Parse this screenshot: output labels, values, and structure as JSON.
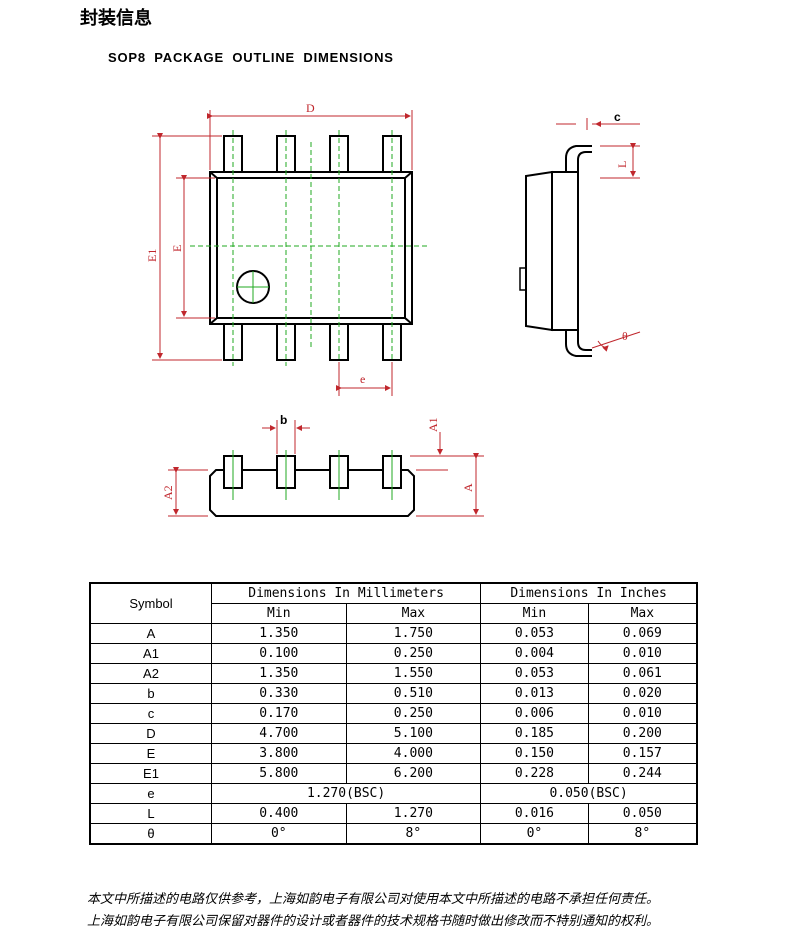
{
  "heading": "封装信息",
  "subheading": "SOP8 PACKAGE OUTLINE DIMENSIONS",
  "drawing_labels": {
    "D": "D",
    "E1": "E1",
    "E": "E",
    "c": "c",
    "L": "L",
    "theta": "θ",
    "e": "e",
    "b": "b",
    "A1": "A1",
    "A2": "A2",
    "A": "A"
  },
  "table": {
    "symbol_header": "Symbol",
    "mm_header": "Dimensions In Millimeters",
    "in_header": "Dimensions In Inches",
    "min": "Min",
    "max": "Max",
    "rows": [
      {
        "symbol": "A",
        "mm_min": "1.350",
        "mm_max": "1.750",
        "in_min": "0.053",
        "in_max": "0.069"
      },
      {
        "symbol": "A1",
        "mm_min": "0.100",
        "mm_max": "0.250",
        "in_min": "0.004",
        "in_max": "0.010"
      },
      {
        "symbol": "A2",
        "mm_min": "1.350",
        "mm_max": "1.550",
        "in_min": "0.053",
        "in_max": "0.061"
      },
      {
        "symbol": "b",
        "mm_min": "0.330",
        "mm_max": "0.510",
        "in_min": "0.013",
        "in_max": "0.020"
      },
      {
        "symbol": "c",
        "mm_min": "0.170",
        "mm_max": "0.250",
        "in_min": "0.006",
        "in_max": "0.010"
      },
      {
        "symbol": "D",
        "mm_min": "4.700",
        "mm_max": "5.100",
        "in_min": "0.185",
        "in_max": "0.200"
      },
      {
        "symbol": "E",
        "mm_min": "3.800",
        "mm_max": "4.000",
        "in_min": "0.150",
        "in_max": "0.157"
      },
      {
        "symbol": "E1",
        "mm_min": "5.800",
        "mm_max": "6.200",
        "in_min": "0.228",
        "in_max": "0.244"
      },
      {
        "symbol": "L",
        "mm_min": "0.400",
        "mm_max": "1.270",
        "in_min": "0.016",
        "in_max": "0.050"
      },
      {
        "symbol": "θ",
        "mm_min": "0°",
        "mm_max": "8°",
        "in_min": "0°",
        "in_max": "8°"
      }
    ],
    "e_row": {
      "symbol": "e",
      "mm": "1.270(BSC)",
      "in": "0.050(BSC)"
    }
  },
  "footer": {
    "line1": "本文中所描述的电路仅供参考，上海如韵电子有限公司对使用本文中所描述的电路不承担任何责任。",
    "line2": "上海如韵电子有限公司保留对器件的设计或者器件的技术规格书随时做出修改而不特别通知的权利。"
  },
  "colors": {
    "dimension": "#c0272d",
    "centerline": "#22aa22",
    "outline": "#000000"
  }
}
